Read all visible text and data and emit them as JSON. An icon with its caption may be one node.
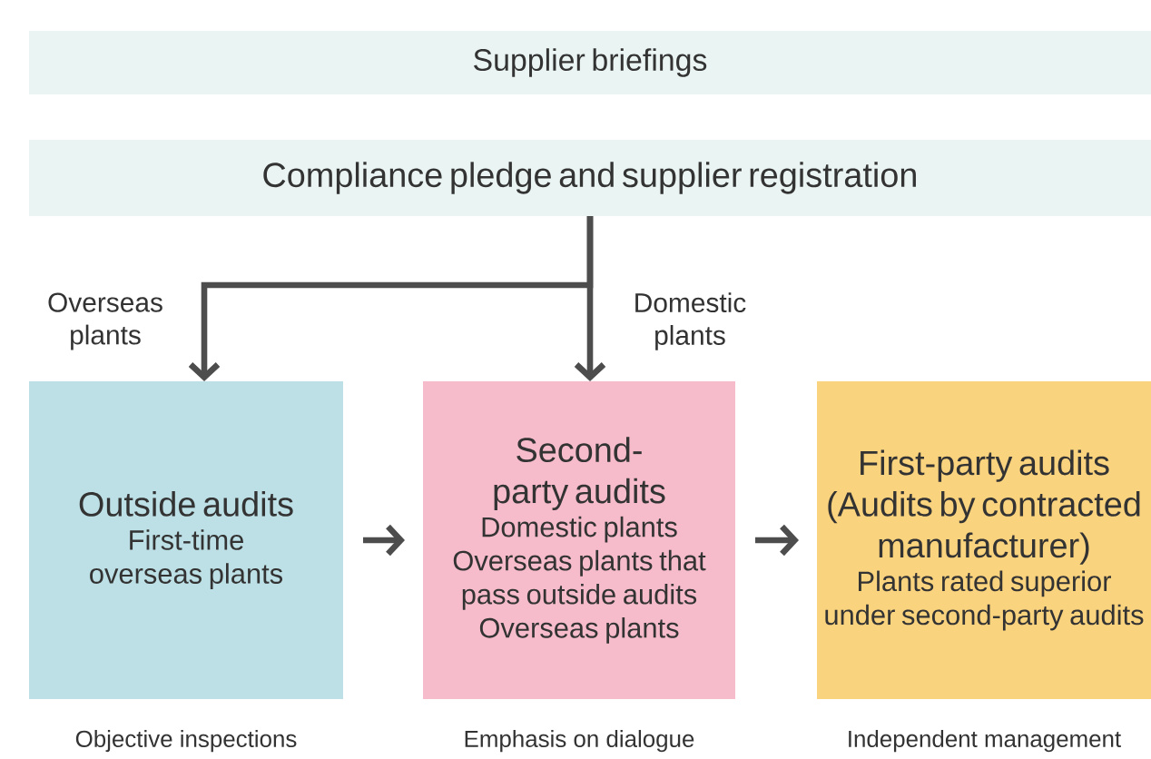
{
  "diagram": {
    "nodes": [
      {
        "text": [
          "Supplier briefings"
        ]
      },
      {
        "text": [
          "Compliance pledge and supplier registration"
        ]
      },
      {
        "text": [
          "Outside audits",
          "First-time overseas plants"
        ],
        "beside": [
          "Objective inspections"
        ]
      },
      {
        "text": [
          "Second-party audits",
          "Domestic plants",
          "Overseas plants that pass outside audits",
          "Overseas plants"
        ],
        "beside": [
          "Emphasis on dialogue"
        ]
      },
      {
        "text": [
          "First-party audits (Audits by contracted manufacturer)",
          "Plants rated superior under second-party audits"
        ],
        "beside": [
          "Independent management"
        ]
      }
    ],
    "edges": [
      {
        "from": 1,
        "to": 2,
        "arrow": "to",
        "label": "Overseas plants"
      },
      {
        "from": 1,
        "to": 3,
        "arrow": "to",
        "label": "Domestic plants"
      },
      {
        "from": 2,
        "to": 3,
        "arrow": "to"
      },
      {
        "from": 3,
        "to": 4,
        "arrow": "to"
      }
    ]
  }
}
